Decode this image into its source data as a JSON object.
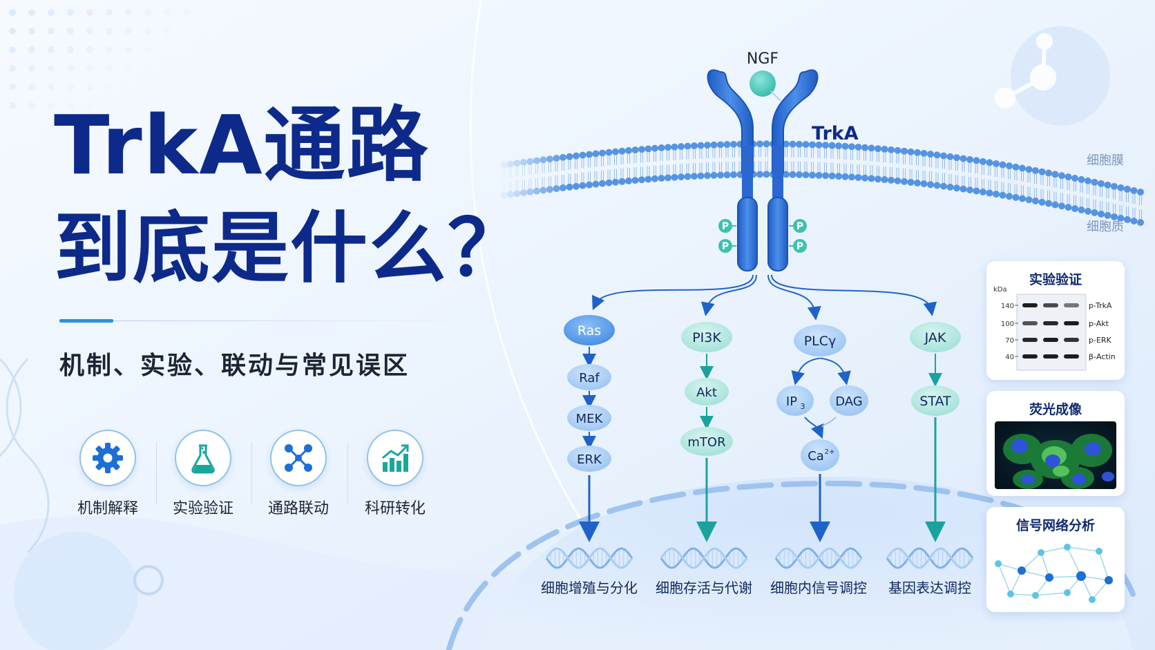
{
  "hero": {
    "title_line_1": "TrkA通路",
    "title_line_2": "到底是什么？",
    "subtitle": "机制、实验、联动与常见误区"
  },
  "features": [
    {
      "label": "机制解释",
      "icon": "gear-icon"
    },
    {
      "label": "实验验证",
      "icon": "flask-icon"
    },
    {
      "label": "通路联动",
      "icon": "network-icon"
    },
    {
      "label": "科研转化",
      "icon": "growth-chart-icon"
    }
  ],
  "diagram": {
    "ligand": "NGF",
    "receptor": "TrkA",
    "phospho_label": "P",
    "membrane_label": "细胞膜",
    "cytoplasm_label": "细胞质",
    "pathways": [
      {
        "nodes": [
          "Ras",
          "Raf",
          "MEK",
          "ERK"
        ],
        "outcome": "细胞增殖与分化"
      },
      {
        "nodes": [
          "PI3K",
          "Akt",
          "mTOR"
        ],
        "outcome": "细胞存活与代谢"
      },
      {
        "nodes": [
          "PLCγ",
          "IP",
          "DAG",
          "Ca"
        ],
        "sub": "3",
        "sup": "2+",
        "outcome": "细胞内信号调控"
      },
      {
        "nodes": [
          "JAK",
          "STAT"
        ],
        "outcome": "基因表达调控"
      }
    ]
  },
  "panels": {
    "western": {
      "title": "实验验证",
      "unit": "kDa",
      "markers": [
        "140",
        "100",
        "70",
        "40"
      ],
      "bands": [
        "p-TrkA",
        "p-Akt",
        "p-ERK",
        "β-Actin"
      ]
    },
    "fluorescence": {
      "title": "荧光成像"
    },
    "network": {
      "title": "信号网络分析"
    }
  },
  "colors": {
    "title": "#0d2a8a",
    "receptor": "#2e6fd6",
    "phospho": "#3cc2b0",
    "mapk_arrow": "#1f62c9",
    "pi3k_arrow": "#1aa39c",
    "jak_arrow": "#1aa39c"
  }
}
